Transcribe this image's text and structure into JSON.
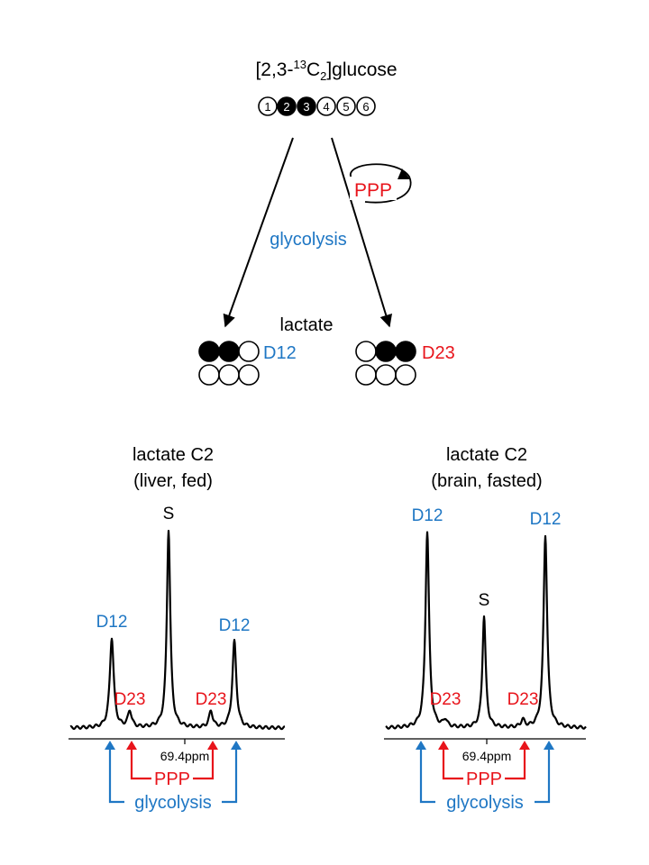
{
  "colors": {
    "blue": "#1f77c4",
    "red": "#e8141b",
    "black": "#000000"
  },
  "substrate": {
    "name_prefix": "[2,3-",
    "isotope": "13",
    "element": "C",
    "subscript": "2",
    "name_suffix": "]glucose",
    "carbons": [
      "1",
      "2",
      "3",
      "4",
      "5",
      "6"
    ],
    "labeled": [
      2,
      3
    ]
  },
  "pathways": {
    "glycolysis": "glycolysis",
    "ppp": "PPP"
  },
  "product": {
    "name": "lactate",
    "left_label": "D12",
    "right_label": "D23"
  },
  "spectra": [
    {
      "title_line1": "lactate C2",
      "title_line2": "(liver, fed)",
      "peak_labels": {
        "s": "S",
        "d12_left": "D12",
        "d12_right": "D12",
        "d23_left": "D23",
        "d23_right": "D23"
      },
      "axis_label": "69.4ppm",
      "bracket_ppp": "PPP",
      "bracket_glycolysis": "glycolysis"
    },
    {
      "title_line1": "lactate C2",
      "title_line2": "(brain, fasted)",
      "peak_labels": {
        "s": "S",
        "d12_left": "D12",
        "d12_right": "D12",
        "d23_left": "D23",
        "d23_right": "D23"
      },
      "axis_label": "69.4ppm",
      "bracket_ppp": "PPP",
      "bracket_glycolysis": "glycolysis"
    }
  ]
}
